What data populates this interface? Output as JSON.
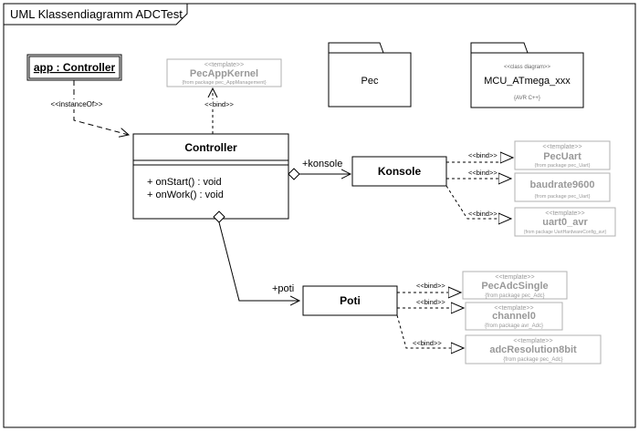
{
  "frame": {
    "title": "UML Klassendiagramm ADCTest"
  },
  "instance": {
    "label": "app : Controller",
    "relation": "<<instanceOf>>"
  },
  "controller": {
    "name": "Controller",
    "operations": [
      "+ onStart() : void",
      "+ onWork() : void"
    ],
    "bind_label": "<<bind>>"
  },
  "templates": {
    "pecappkernel": {
      "stereotype": "<<template>>",
      "name": "PecAppKernel",
      "package": "{from package pec_AppManagement}"
    },
    "pecuart": {
      "stereotype": "<<template>>",
      "name": "PecUart",
      "package": "{from package pec_Uart}"
    },
    "baudrate": {
      "name": "baudrate9600",
      "package": "{from package pec_Uart}"
    },
    "uart0": {
      "stereotype": "<<template>>",
      "name": "uart0_avr",
      "package": "{from package UartHardwareConfig_avr}"
    },
    "pecadc": {
      "stereotype": "<<template>>",
      "name": "PecAdcSingle",
      "package": "{from package pec_Adc}"
    },
    "channel": {
      "stereotype": "<<template>>",
      "name": "channel0",
      "package": "{from package avr_Adc}"
    },
    "adcres": {
      "stereotype": "<<template>>",
      "name": "adcResolution8bit",
      "package": "{from package pec_Adc}"
    }
  },
  "packages": {
    "pec": {
      "name": "Pec"
    },
    "mcu": {
      "stereotype": "<<class diagram>>",
      "name": "MCU_ATmega_xxx",
      "note": "{AVR C++}"
    }
  },
  "konsole": {
    "name": "Konsole",
    "role": "+konsole"
  },
  "poti": {
    "name": "Poti",
    "role": "+poti"
  },
  "bind": {
    "label": "<<bind>>"
  },
  "colors": {
    "line": "#000000",
    "template_border": "#b0b0b0",
    "template_text": "#999999"
  }
}
